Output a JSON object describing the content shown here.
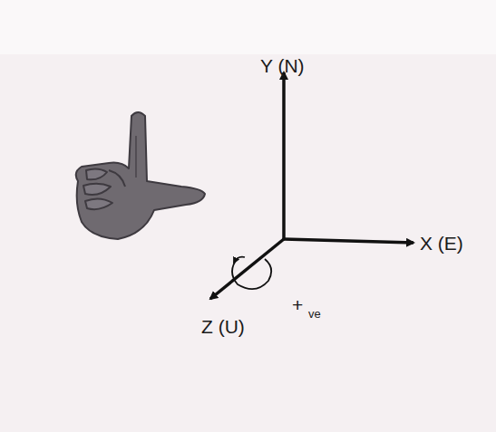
{
  "diagram": {
    "labels": [
      "Y (N)",
      "X (E)",
      "Z (U)",
      "+",
      "ve"
    ]
  }
}
